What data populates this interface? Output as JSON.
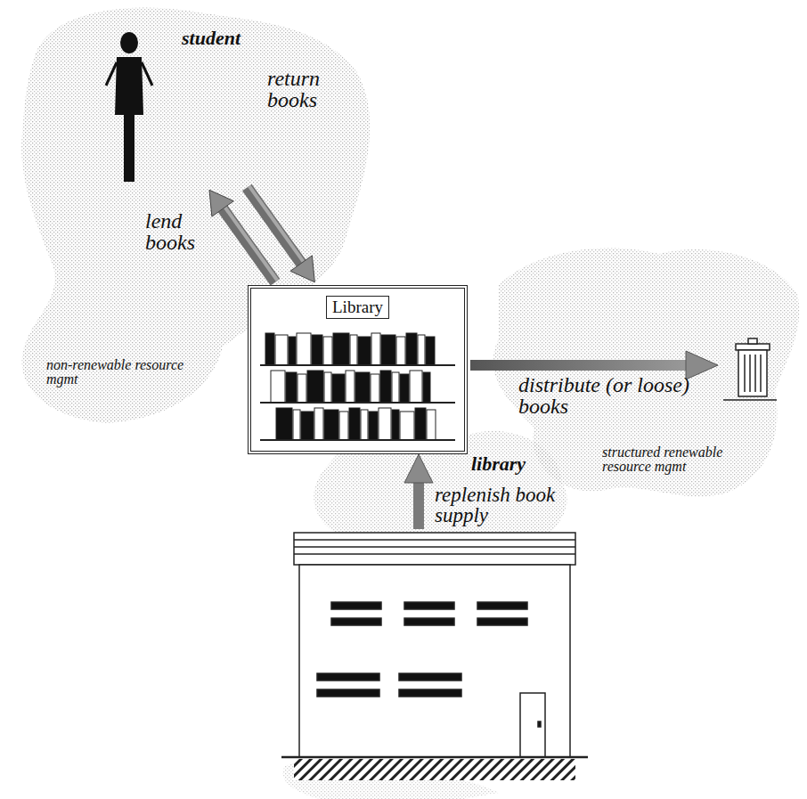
{
  "diagram": {
    "nodes": [
      {
        "text": [
          "student"
        ]
      },
      {
        "text": [
          "Library",
          "library"
        ]
      }
    ],
    "edges": [
      {
        "from": 0,
        "to": 1,
        "label": "return books",
        "arrow": "to"
      },
      {
        "from": 1,
        "to": 0,
        "label": "lend books",
        "arrow": "to"
      }
    ],
    "labels": [
      "non-renewable resource mgmt",
      "distribute (or loose) books",
      "structured renewable resource mgmt",
      "replenish book supply"
    ]
  }
}
